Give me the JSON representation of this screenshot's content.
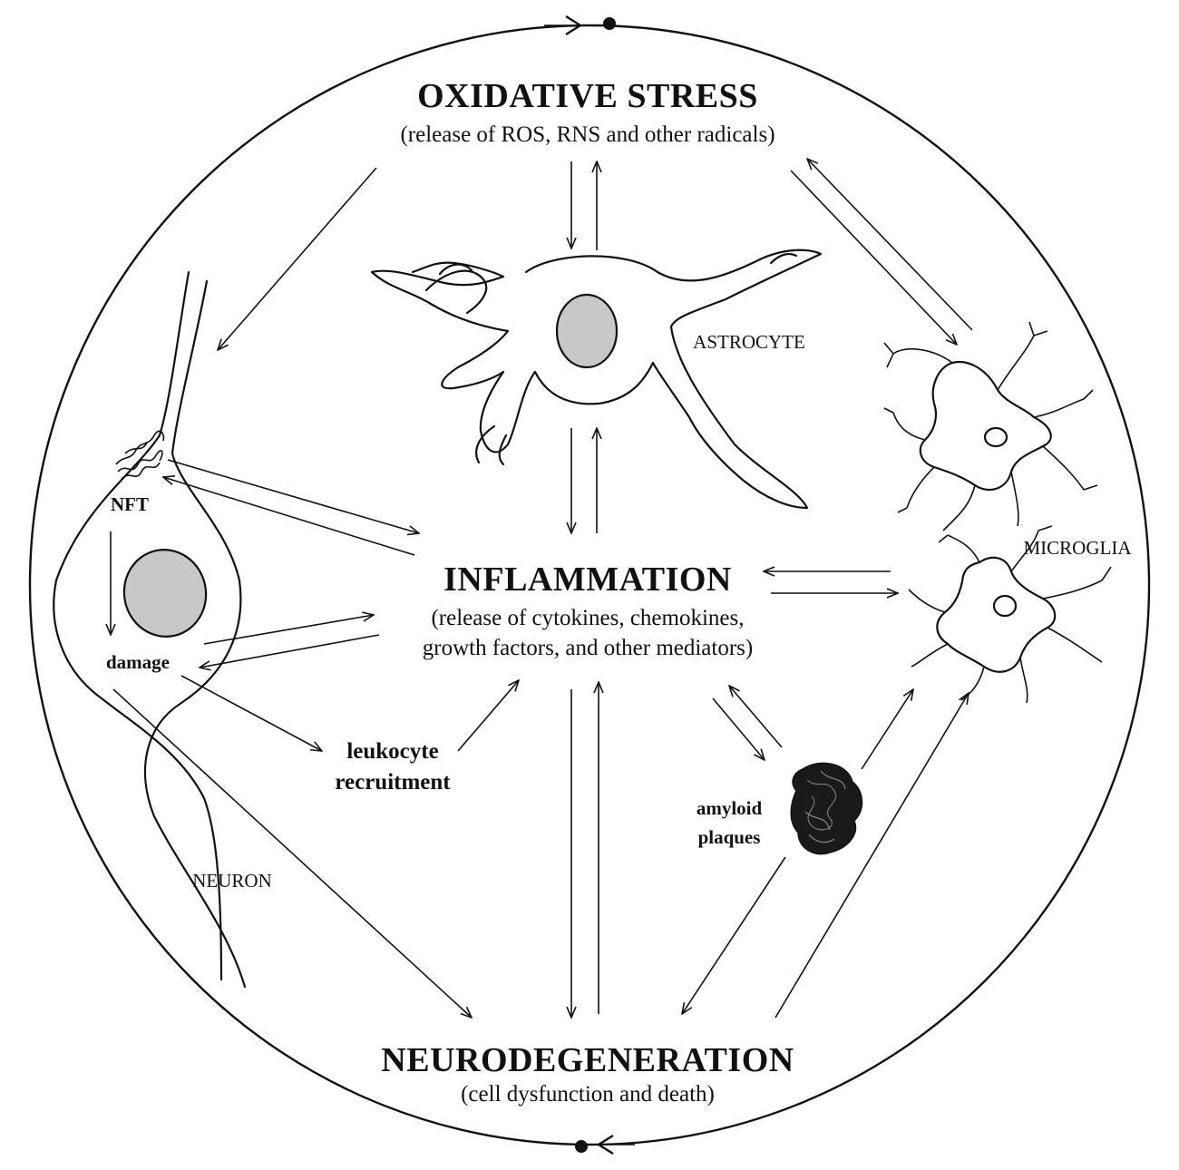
{
  "nodes": {
    "oxidative_stress": {
      "title": "OXIDATIVE STRESS",
      "subtitle": "(release of ROS, RNS and other radicals)"
    },
    "inflammation": {
      "title": "INFLAMMATION",
      "subtitle_1": "(release of  cytokines, chemokines,",
      "subtitle_2": "growth factors, and other mediators)"
    },
    "neurodegeneration": {
      "title": "NEURODEGENERATION",
      "subtitle": "(cell dysfunction and death)"
    }
  },
  "cells": {
    "astrocyte": "ASTROCYTE",
    "microglia": "MICROGLIA",
    "neuron": "NEURON"
  },
  "labels": {
    "nft": "NFT",
    "damage": "damage",
    "leukocyte_1": "leukocyte",
    "leukocyte_2": "recruitment",
    "amyloid_1": "amyloid",
    "amyloid_2": "plaques"
  }
}
